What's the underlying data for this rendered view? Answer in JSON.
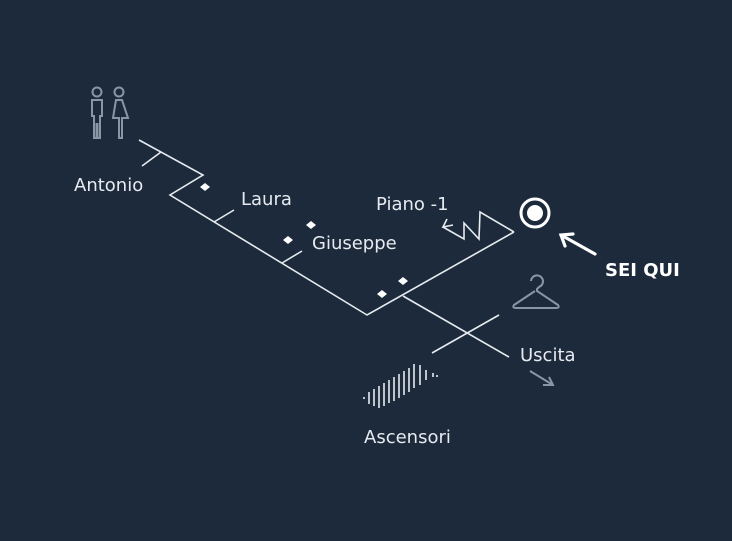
{
  "labels": {
    "antonio": "Antonio",
    "laura": "Laura",
    "giuseppe": "Giuseppe",
    "piano": "Piano -1",
    "you_are_here": "SEI QUI",
    "exit": "Uscita",
    "elevators": "Ascensori"
  },
  "icons": [
    "restroom-icon",
    "you-are-here-icon",
    "hanger-icon",
    "stairs-icon",
    "elevator-icon",
    "exit-arrow-icon"
  ],
  "colors": {
    "background": "#1d2a3b",
    "foreground": "#e6ebf0",
    "muted": "#8a96a4"
  }
}
